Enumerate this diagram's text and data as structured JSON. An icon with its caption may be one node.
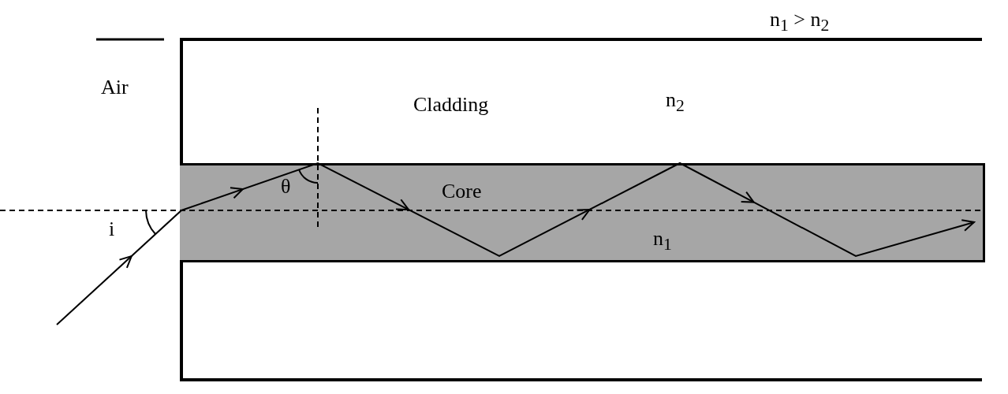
{
  "diagram": {
    "nodes": [
      {
        "text": [
          "Cladding",
          "n$_{2}$"
        ]
      },
      {
        "text": [
          "Core",
          "n$_{1}$"
        ],
        "in": 0
      }
    ],
    "labels": [
      "n$_{1}$ > n$_{2}$",
      "Air",
      "θ",
      "i"
    ]
  }
}
